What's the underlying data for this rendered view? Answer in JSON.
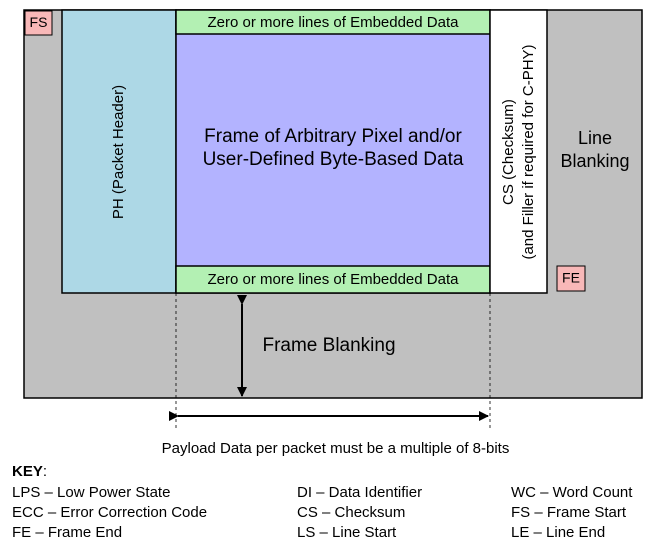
{
  "diagram": {
    "fs_label": "FS",
    "fe_label": "FE",
    "embedded_top": "Zero or more lines of Embedded Data",
    "embedded_bottom": "Zero or more lines of Embedded Data",
    "frame_line1": "Frame of Arbitrary Pixel and/or",
    "frame_line2": "User-Defined Byte-Based Data",
    "packet_header": "PH (Packet Header)",
    "checksum_line1": "CS (Checksum)",
    "checksum_line2": "(and Filler if required for C-PHY)",
    "line_blanking_1": "Line",
    "line_blanking_2": "Blanking",
    "frame_blanking": "Frame Blanking",
    "payload_note": "Payload Data per packet must be a multiple of 8-bits"
  },
  "key": {
    "title": "KEY",
    "colon": ":",
    "items": [
      "LPS – Low Power State",
      "DI – Data Identifier",
      "WC – Word Count",
      "ECC – Error Correction Code",
      "CS – Checksum",
      "FS – Frame Start",
      "FE – Frame End",
      "LS – Line Start",
      "LE – Line End"
    ]
  },
  "colors": {
    "blanking_gray": "#c0c0c0",
    "header_blue": "#add8e6",
    "frame_purple": "#b3b3ff",
    "embedded_green": "#b3f0b3",
    "marker_pink": "#f8b8b8"
  }
}
